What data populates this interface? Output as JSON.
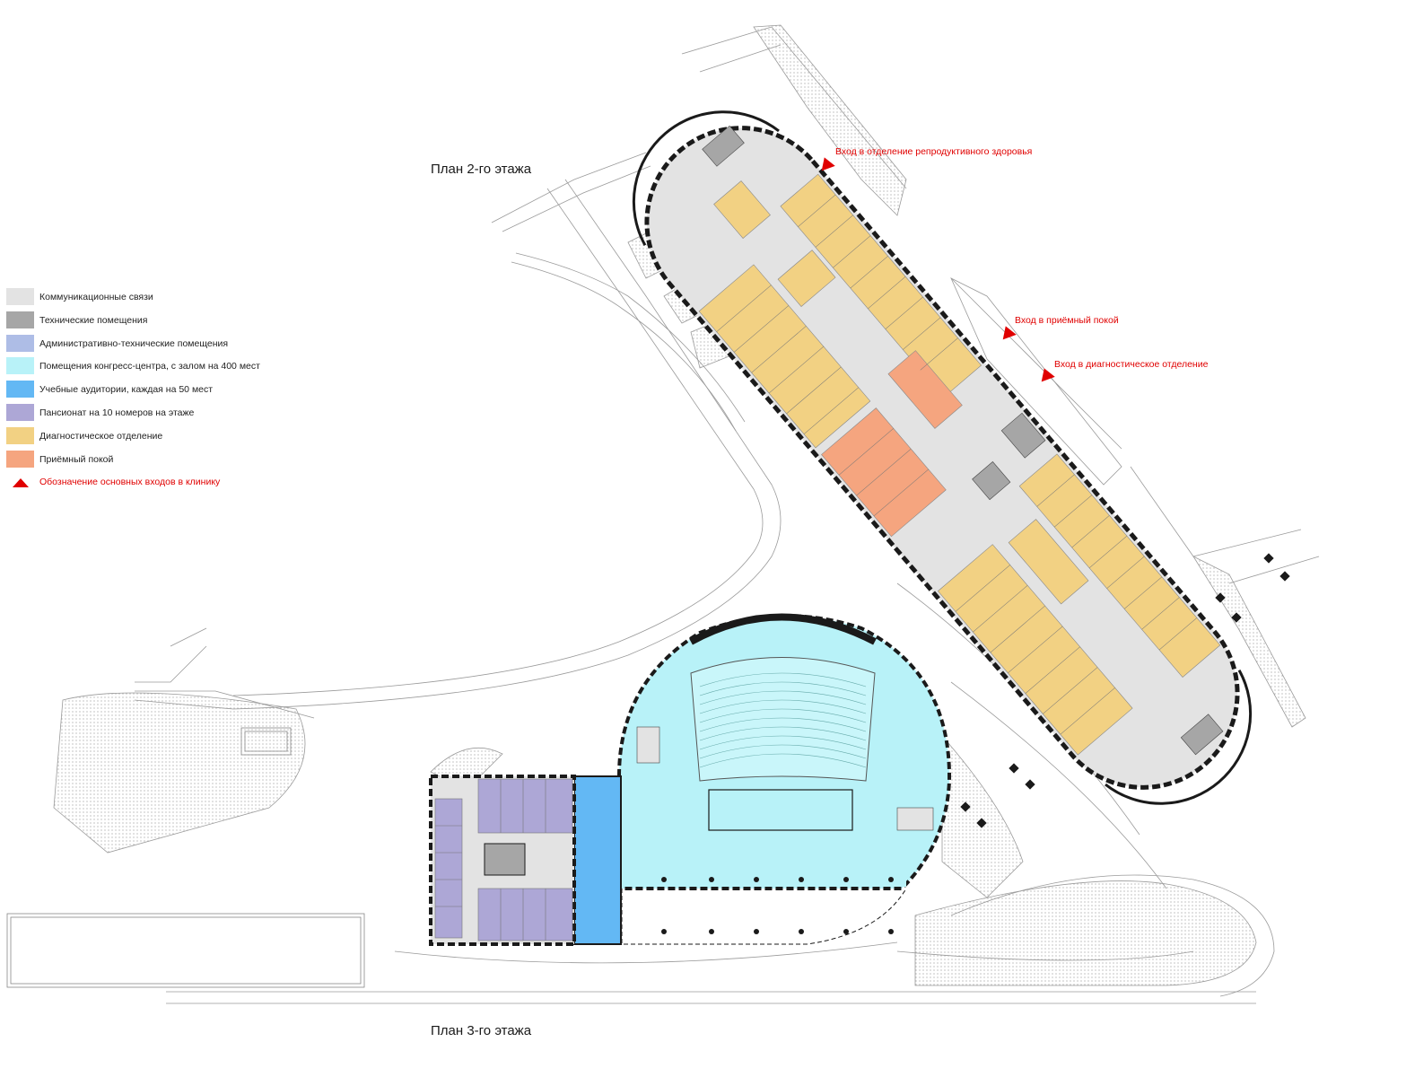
{
  "titles": {
    "floor2": "План 2-го этажа",
    "floor3": "План 3-го этажа"
  },
  "colors": {
    "communication": "#e3e3e3",
    "technical": "#a6a6a6",
    "admin": "#aebde6",
    "congress": "#b8f2f8",
    "classrooms": "#63b8f4",
    "pension": "#ada7d6",
    "diagnostic": "#f2d183",
    "reception": "#f5a57f",
    "entry": "#e00000",
    "outline": "#1a1a1a"
  },
  "legend": {
    "items": [
      {
        "label": "Коммуникационные связи",
        "color": "#e3e3e3"
      },
      {
        "label": "Технические помещения",
        "color": "#a6a6a6"
      },
      {
        "label": "Административно-технические помещения",
        "color": "#aebde6"
      },
      {
        "label": "Помещения конгресс-центра, с залом на 400 мест",
        "color": "#b8f2f8"
      },
      {
        "label": "Учебные аудитории, каждая на 50 мест",
        "color": "#63b8f4"
      },
      {
        "label": "Пансионат на 10 номеров на этаже",
        "color": "#ada7d6"
      },
      {
        "label": "Диагностическое отделение",
        "color": "#f2d183"
      },
      {
        "label": "Приёмный покой",
        "color": "#f5a57f"
      }
    ],
    "entry_marker_label": "Обозначение основных входов в клинику"
  },
  "entries": [
    {
      "label": "Вход в отделение репродуктивного здоровья"
    },
    {
      "label": "Вход в приёмный покой"
    },
    {
      "label": "Вход в диагностическое отделение"
    }
  ]
}
